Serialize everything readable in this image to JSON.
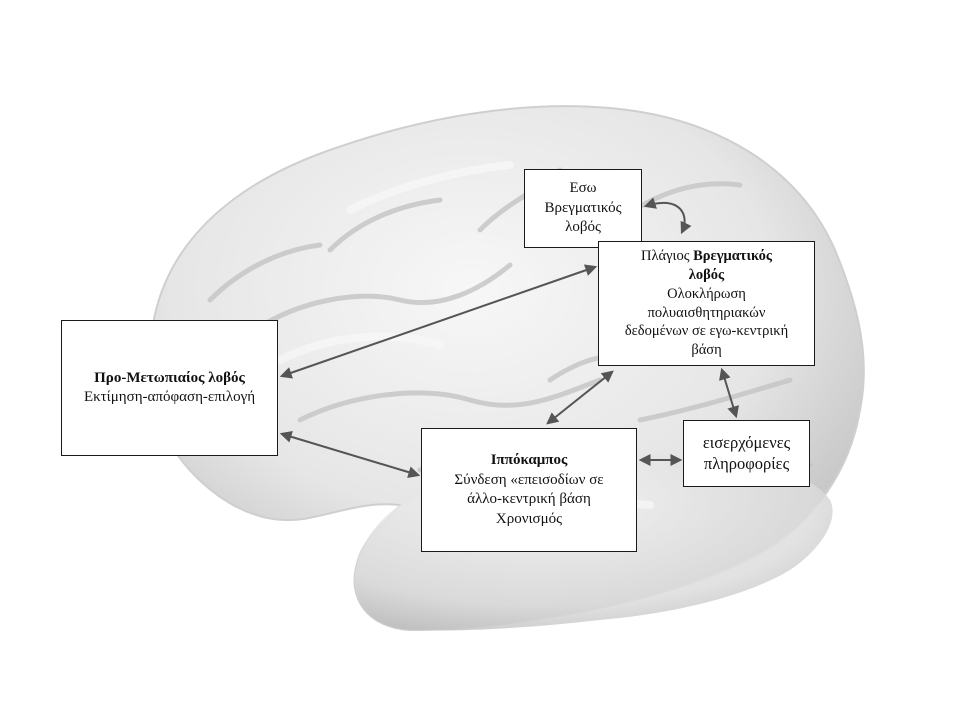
{
  "boxes": {
    "inner_parietal": {
      "lines": [
        "Εσω",
        "Βρεγματικός",
        "λοβός"
      ]
    },
    "lateral_parietal": {
      "line1_prefix": "Πλάγιος ",
      "line1_bold": "Βρεγματικός",
      "line2_bold": "λοβός",
      "line3": "Ολοκλήρωση",
      "line4": "πολυαισθητηριακών",
      "line5": "δεδομένων σε εγω-κεντρική",
      "line6": "βάση"
    },
    "prefrontal": {
      "title": "Προ-Μετωπιαίος λοβός",
      "line2": "Εκτίμηση-απόφαση-επιλογή"
    },
    "hippocampus": {
      "title": "Ιππόκαμπος",
      "line2": "Σύνδεση «επεισοδίων σε",
      "line3": "άλλο-κεντρική βάση",
      "line4": "Χρονισμός"
    },
    "incoming": {
      "lines": [
        "εισερχόμενες",
        "πληροφορίες"
      ]
    }
  },
  "colors": {
    "brain_fill": "#e9e9e9",
    "brain_shadow": "#c9c9c9",
    "arrow": "#555555",
    "box_border": "#1a1a1a"
  }
}
